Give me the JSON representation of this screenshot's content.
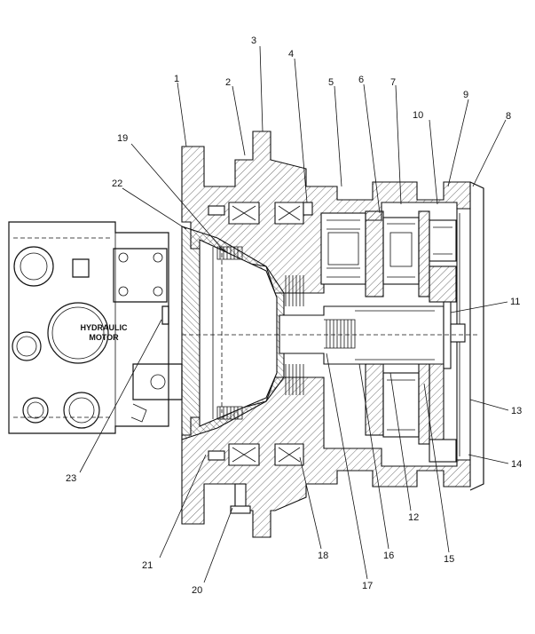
{
  "diagram": {
    "motor_label_line1": "HYDRAULIC",
    "motor_label_line2": "MOTOR",
    "callouts": {
      "c1": "1",
      "c2": "2",
      "c3": "3",
      "c4": "4",
      "c5": "5",
      "c6": "6",
      "c7": "7",
      "c8": "8",
      "c9": "9",
      "c10": "10",
      "c11": "11",
      "c12": "12",
      "c13": "13",
      "c14": "14",
      "c15": "15",
      "c16": "16",
      "c17": "17",
      "c18": "18",
      "c19": "19",
      "c20": "20",
      "c21": "21",
      "c22": "22",
      "c23": "23"
    }
  }
}
